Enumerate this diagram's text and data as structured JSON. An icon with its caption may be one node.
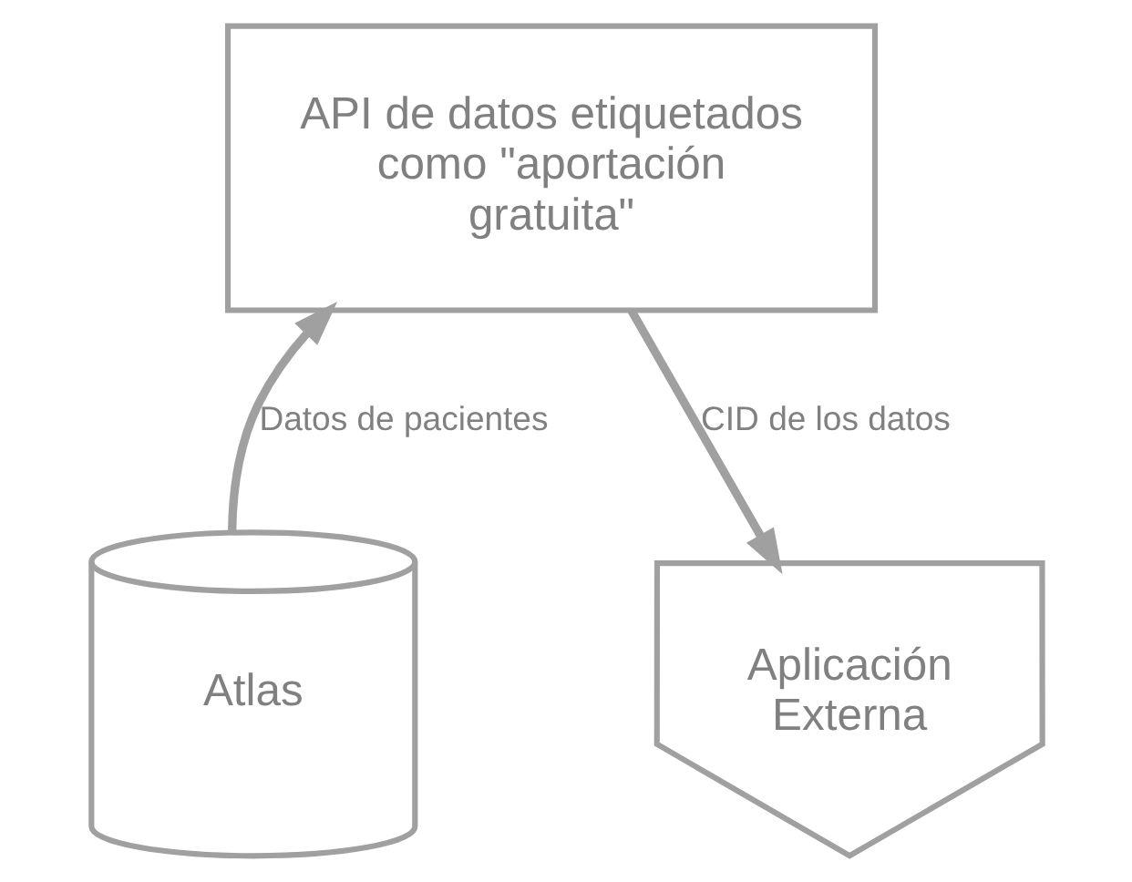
{
  "diagram": {
    "nodes": [
      {
        "text": [
          "API de datos etiquetados como \"aportación gratuita\""
        ]
      },
      {
        "text": [
          "Atlas"
        ]
      },
      {
        "text": [
          "Aplicación Externa"
        ]
      }
    ],
    "edges": [
      {
        "from": 1,
        "to": 0,
        "arrow": "to",
        "label": "Datos de pacientes"
      },
      {
        "from": 0,
        "to": 2,
        "arrow": "to",
        "label": "CID de los datos"
      }
    ]
  }
}
